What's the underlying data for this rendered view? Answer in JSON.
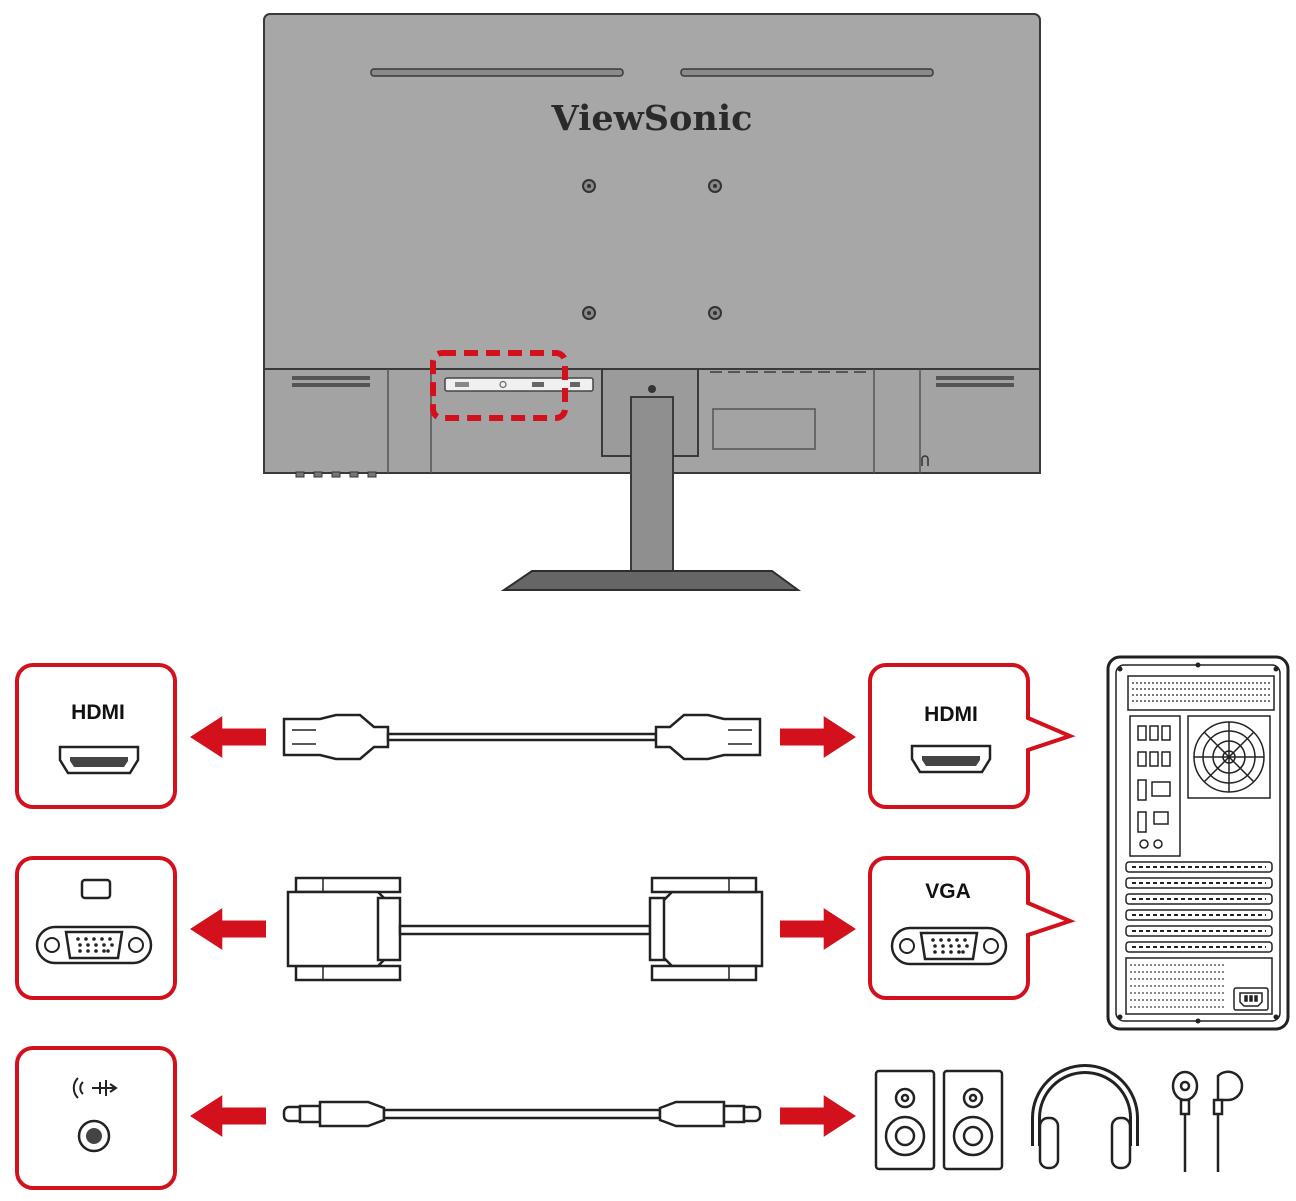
{
  "monitor": {
    "brand": "ViewSonic",
    "body_color": "#a7a7a7",
    "stand_color": "#8f8f8f",
    "highlight_color": "#d3111d"
  },
  "connections": [
    {
      "id": "hdmi",
      "monitor_port_label": "HDMI",
      "source_port_label": "HDMI",
      "cable": "hdmi-cable"
    },
    {
      "id": "vga",
      "monitor_port_label": "",
      "source_port_label": "VGA",
      "cable": "vga-cable"
    },
    {
      "id": "audio",
      "monitor_port_label": "",
      "source_port_label": "",
      "cable": "audio-cable"
    }
  ],
  "colors": {
    "frame_red": "#d3111d",
    "arrow_red": "#d3111d",
    "line": "#222222"
  },
  "icons": {
    "monitor_audio_port": "audio-out-icon",
    "audio_devices": [
      "speakers-icon",
      "headphones-icon",
      "earphones-icon"
    ],
    "computer": "desktop-pc-tower-icon"
  }
}
